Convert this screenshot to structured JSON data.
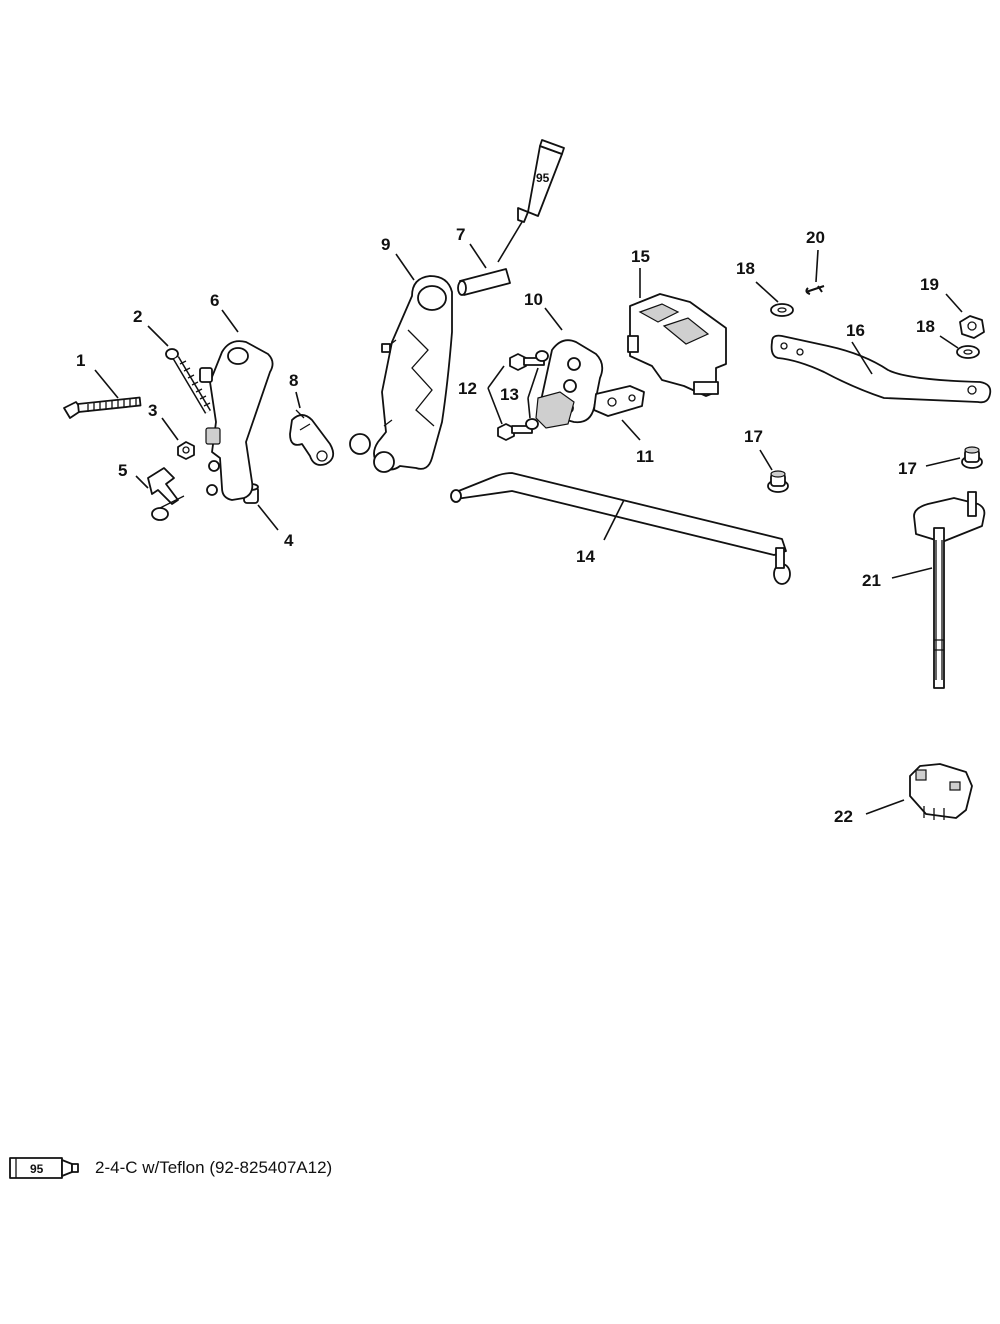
{
  "callouts": {
    "c1": "1",
    "c2": "2",
    "c3": "3",
    "c4": "4",
    "c5": "5",
    "c6": "6",
    "c7": "7",
    "c8": "8",
    "c9": "9",
    "c10": "10",
    "c11": "11",
    "c12": "12",
    "c13": "13",
    "c14": "14",
    "c15": "15",
    "c16": "16",
    "c17a": "17",
    "c17b": "17",
    "c18a": "18",
    "c18b": "18",
    "c19": "19",
    "c20": "20",
    "c21": "21",
    "c22": "22"
  },
  "tube": {
    "label": "95"
  },
  "legend": {
    "tube_label": "95",
    "text": "2-4-C w/Teflon (92-825407A12)"
  }
}
